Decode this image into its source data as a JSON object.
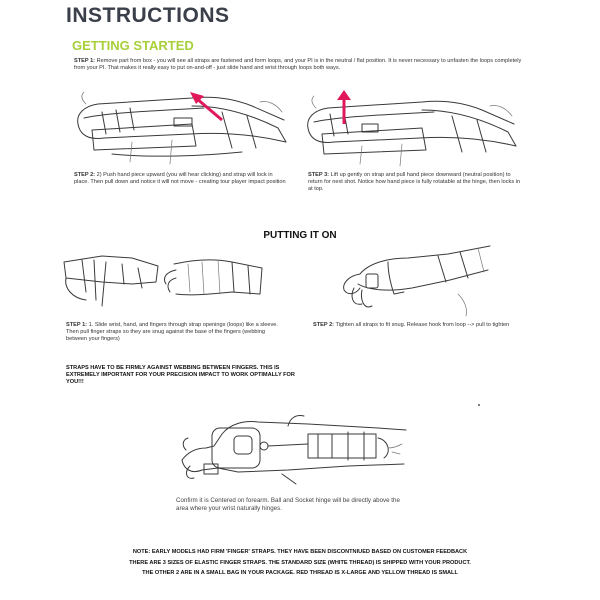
{
  "header": {
    "title": "INSTRUCTIONS",
    "subtitle": "GETTING STARTED"
  },
  "getting_started": {
    "step1_label": "STEP 1:",
    "step1_text": " Remove part from box - you will see all straps are fastened and form loops, and your PI is in the neutral / flat position.  It is never necessary to unfasten the loops completely from your PI. That makes it really easy to put on-and-off - just slide hand and wrist through loops both ways.",
    "step2_label": "STEP 2:",
    "step2_text": " 2) Push hand piece upward (you will hear clicking) and strap will lock in place. Then pull down and notice it will not move - creating tour player impact position",
    "step3_label": "STEP 3:",
    "step3_text": " Lift up gently on strap and pull hand piece downward (neutral position) to return for next shot.  Notice how hand piece is fully rotatable at the hinge, then locks in at top."
  },
  "putting_it_on": {
    "heading": "PUTTING IT ON",
    "step1_label": "STEP 1:",
    "step1_text": " 1.  Slide wrist, hand, and fingers through strap openings (loops) like a sleeve.  Then pull finger straps so they are snug against the base of the fingers (webbing between your fingers)",
    "step2_label": "STEP 2:",
    "step2_text": " Tighten all straps to fit snug.  Release hook from loop --> pull to tighten",
    "warning": "STRAPS HAVE TO BE FIRMLY AGAINST WEBBING BETWEEN FINGERS.  THIS IS EXTREMELY IMPORTANT FOR YOUR PRECISION IMPACT TO WORK OPTIMALLY FOR YOU!!!",
    "confirm": "Confirm it is Centered on forearm. Ball and Socket hinge will be directly above the area where your wrist naturally hinges."
  },
  "note": {
    "line1": "NOTE:  EARLY MODELS HAD FIRM 'FINGER' STRAPS.  THEY HAVE BEEN DISCONTNIUED BASED ON CUSTOMER FEEDBACK",
    "line2": "THERE ARE 3 SIZES OF ELASTIC FINGER STRAPS.  THE STANDARD SIZE (WHITE THREAD) IS SHIPPED WITH YOUR PRODUCT.",
    "line3": "THE OTHER 2 ARE IN A SMALL BAG IN YOUR PACKAGE.  RED THREAD IS X-LARGE AND YELLOW THREAD IS SMALL"
  },
  "colors": {
    "title": "#3a3f4a",
    "subtitle": "#a8d03a",
    "arrow": "#e0195a"
  }
}
